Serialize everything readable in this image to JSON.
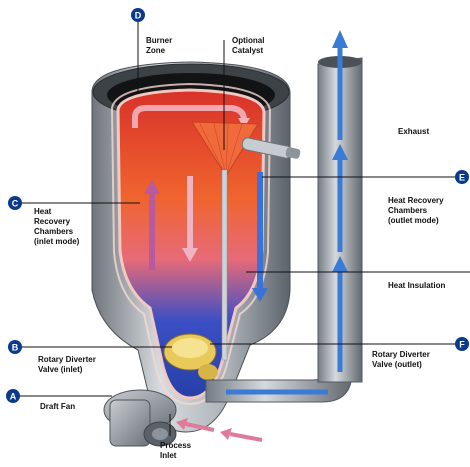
{
  "markers": {
    "a": "A",
    "b": "B",
    "c": "C",
    "d": "D",
    "e": "E",
    "f": "F"
  },
  "labels": {
    "burner_zone": "Burner\nZone",
    "optional_catalyst": "Optional\nCatalyst",
    "exhaust": "Exhaust",
    "heat_recovery_inlet": "Heat\nRecovery\nChambers\n(inlet mode)",
    "heat_recovery_outlet": "Heat Recovery\nChambers\n(outlet mode)",
    "heat_insulation": "Heat Insulation",
    "rotary_diverter_inlet": "Rotary Diverter\nValve (inlet)",
    "rotary_diverter_outlet": "Rotary Diverter\nValve (outlet)",
    "draft_fan": "Draft Fan",
    "process_inlet": "Process\nInlet"
  },
  "colors": {
    "marker": "#0c3a8a",
    "shell": "#9aa0a6",
    "hot": "#e8452a",
    "cool": "#2a55c8",
    "flow_arrow": "#3a7bd5",
    "inlet_arrow": "#e07a9a"
  }
}
